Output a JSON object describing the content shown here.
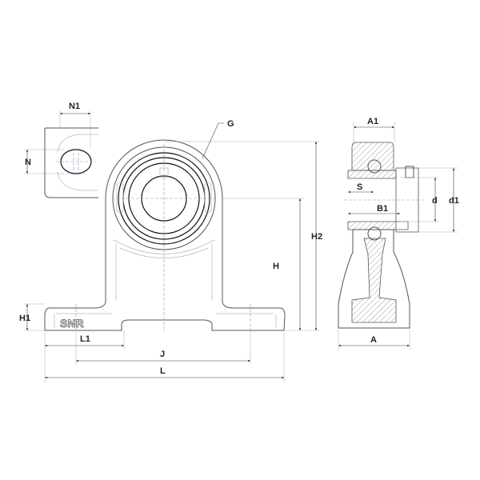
{
  "drawing": {
    "brand_logo": "SNR",
    "dimension_labels": {
      "N1": "N1",
      "N": "N",
      "G": "G",
      "H1": "H1",
      "L1": "L1",
      "J": "J",
      "L": "L",
      "H": "H",
      "H2": "H2",
      "A1": "A1",
      "S": "S",
      "B1": "B1",
      "d": "d",
      "d1": "d1",
      "A": "A"
    }
  }
}
